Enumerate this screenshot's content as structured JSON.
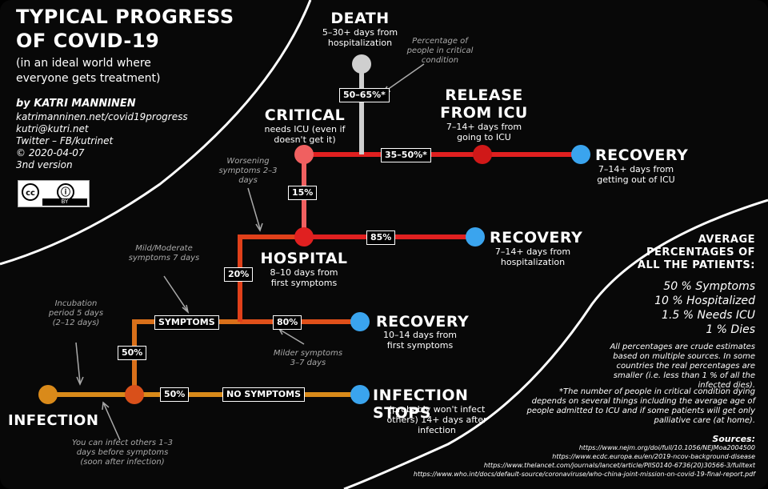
{
  "title_line1": "TYPICAL PROGRESS",
  "title_line2": "OF COVID-19",
  "subtitle": "(in an ideal world where everyone gets treatment)",
  "author": {
    "by": "by KATRI MANNINEN",
    "site": "katrimanninen.net/covid19progress",
    "email": "kutri@kutri.net",
    "social": "Twitter – FB/kutrinet",
    "date": "© 2020-04-07",
    "version": "3nd version"
  },
  "license": {
    "cc": "cc",
    "by": "BY"
  },
  "nodes": {
    "infection": {
      "title": "INFECTION",
      "note": "You can infect others 1–3 days before symptoms (soon after infection)"
    },
    "incubation": {
      "note": "Incubation period 5 days (2–12 days)"
    },
    "infection_stops": {
      "title": "INFECTION STOPS",
      "sub": "(probably won't infect others) 14+ days after infection"
    },
    "recovery_mild": {
      "title": "RECOVERY",
      "sub": "10–14 days from first symptoms"
    },
    "hospital": {
      "title": "HOSPITAL",
      "sub": "8–10 days from first symptoms"
    },
    "recovery_hospital": {
      "title": "RECOVERY",
      "sub": "7–14+ days from hospitalization"
    },
    "critical": {
      "title": "CRITICAL",
      "sub": "needs ICU (even if doesn't get it)"
    },
    "death": {
      "title": "DEATH",
      "sub": "5–30+ days from hospitalization"
    },
    "release_icu": {
      "title": "RELEASE FROM ICU",
      "sub": "7–14+ days from going to ICU"
    },
    "recovery_icu": {
      "title": "RECOVERY",
      "sub": "7–14+ days from getting out of ICU"
    }
  },
  "labels": {
    "no_symptoms_pct": "50%",
    "no_symptoms": "NO SYMPTOMS",
    "symptoms_pct": "50%",
    "symptoms": "SYMPTOMS",
    "mild_pct": "80%",
    "hospital_pct": "20%",
    "hospital_recovery_pct": "85%",
    "critical_pct": "15%",
    "icu_release_pct": "35–50%*",
    "death_pct": "50–65%*"
  },
  "notes": {
    "mild_moderate": "Mild/Moderate symptoms 7 days",
    "worsening": "Worsening symptoms 2–3 days",
    "milder": "Milder symptoms 3–7 days",
    "percentage_critical": "Percentage of people in critical condition"
  },
  "averages": {
    "title": "AVERAGE PERCENTAGES OF ALL THE PATIENTS:",
    "items": [
      "50 % Symptoms",
      "10 % Hospitalized",
      "1.5 % Needs ICU",
      "1 % Dies"
    ],
    "disclaimer": "All percentages are crude estimates based on multiple sources. In some countries the real percentages are smaller (i.e. less than 1 % of all the infected dies).",
    "footnote": "*The number of people in critical condition dying depends on several things including the average age of people admitted to ICU and if some patients will get only palliative care (at home)."
  },
  "sources": {
    "title": "Sources:",
    "links": [
      "https://www.nejm.org/doi/full/10.1056/NEJMoa2004500",
      "https://www.ecdc.europa.eu/en/2019-ncov-background-disease",
      "https://www.thelancet.com/journals/lancet/article/PIIS0140-6736(20)30566-3/fulltext",
      "https://www.who.int/docs/default-source/coronaviruse/who-china-joint-mission-on-covid-19-final-report.pdf"
    ]
  },
  "colors": {
    "orange": "#d98a1a",
    "orange_red": "#d95a1a",
    "red": "#e02020",
    "pink": "#f06060",
    "blue": "#3aa4ee",
    "gray": "#cfcfcf"
  }
}
